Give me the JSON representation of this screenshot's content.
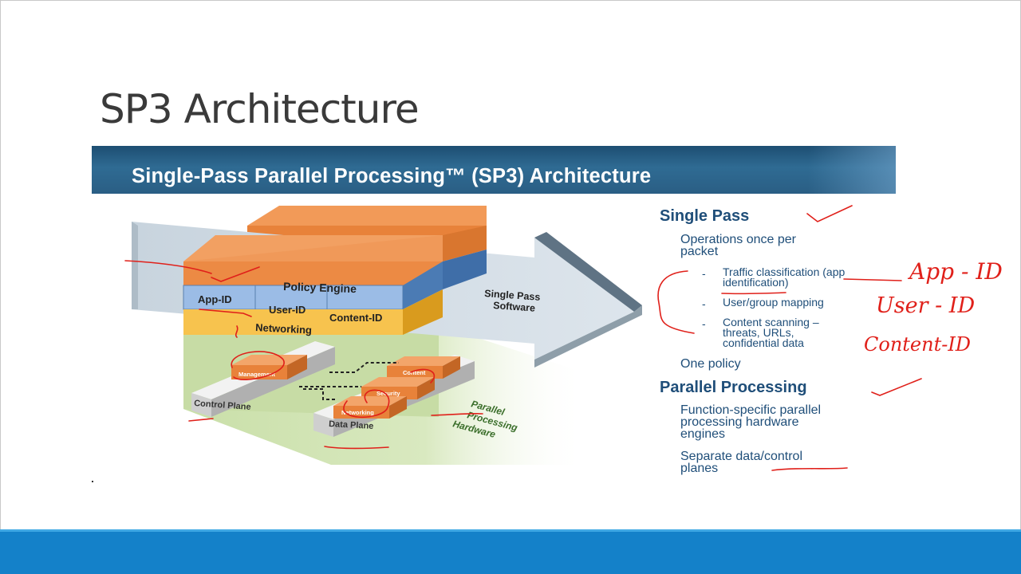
{
  "slide": {
    "title": "SP3 Architecture"
  },
  "figure": {
    "banner_title": "Single-Pass Parallel Processing™ (SP3) Architecture",
    "diagram": {
      "policy_engine": "Policy Engine",
      "app_id": "App-ID",
      "user_id": "User-ID",
      "content_id": "Content-ID",
      "networking_layer": "Networking",
      "arrow_label_line1": "Single Pass",
      "arrow_label_line2": "Software",
      "management": "Management",
      "content_block": "Content",
      "security_block": "Security",
      "networking_block": "Networking",
      "control_plane": "Control Plane",
      "data_plane": "Data Plane",
      "hardware_label_line1": "Parallel",
      "hardware_label_line2": "Processing",
      "hardware_label_line3": "Hardware"
    },
    "right_panel": {
      "single_pass_heading": "Single Pass",
      "operations_line1": "Operations once per",
      "operations_line2": "packet",
      "bullet_dash": "-",
      "traffic_line1": "Traffic classification (app",
      "traffic_line2": "identification)",
      "user_group": "User/group mapping",
      "content_line1": "Content scanning –",
      "content_line2": "threats, URLs,",
      "content_line3": "confidential data",
      "one_policy": "One policy",
      "parallel_heading": "Parallel Processing",
      "function_line1": "Function-specific parallel",
      "function_line2": "processing hardware",
      "function_line3": "engines",
      "separate_line1": "Separate data/control",
      "separate_line2": "planes"
    },
    "handwriting": {
      "app_id_note": "App - ID",
      "user_id_note": "User - ID",
      "content_id_note": "Content-ID"
    }
  },
  "colors": {
    "banner": "#2a5e84",
    "accent_text": "#1f4e79",
    "orange": "#e8823a",
    "blue_layer": "#8fb4e0",
    "yellow_layer": "#f5c14a",
    "ink_red": "#e0201a",
    "bottom_band": "#1481c9"
  }
}
